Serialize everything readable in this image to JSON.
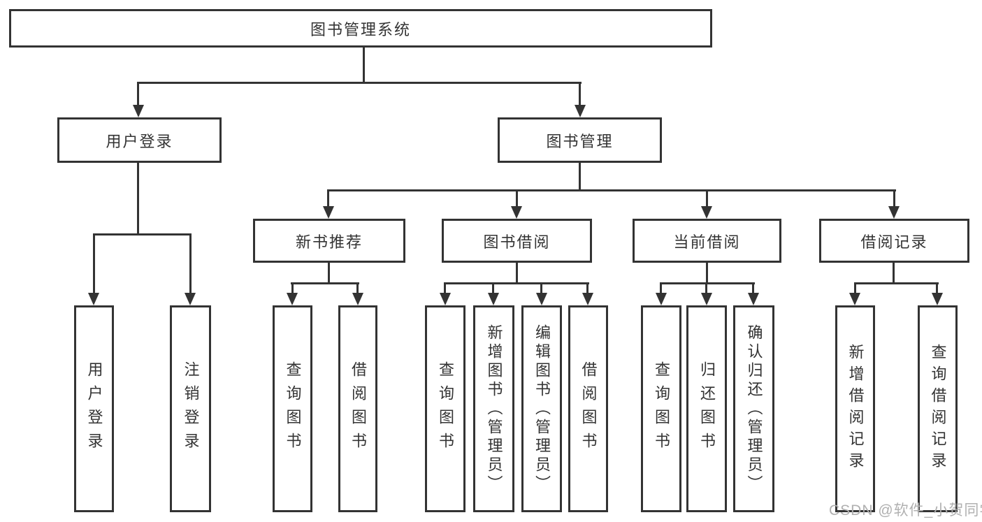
{
  "colors": {
    "background": "#ffffff",
    "line": "#333333",
    "box_border": "#333333",
    "text": "#333333",
    "watermark_text": "#b0b0b0"
  },
  "watermark": {
    "text": "CSDN @软件_小贺同学"
  },
  "tree": {
    "root": {
      "label": "图书管理系统",
      "children": [
        {
          "label": "用户登录",
          "children": [
            {
              "label": "用户登录"
            },
            {
              "label": "注销登录"
            }
          ]
        },
        {
          "label": "图书管理",
          "children": [
            {
              "label": "新书推荐",
              "children": [
                {
                  "label": "查询图书"
                },
                {
                  "label": "借阅图书"
                }
              ]
            },
            {
              "label": "图书借阅",
              "children": [
                {
                  "label": "查询图书"
                },
                {
                  "label": "新增图书（管理员）"
                },
                {
                  "label": "编辑图书（管理员）"
                },
                {
                  "label": "借阅图书"
                }
              ]
            },
            {
              "label": "当前借阅",
              "children": [
                {
                  "label": "查询图书"
                },
                {
                  "label": "归还图书"
                },
                {
                  "label": "确认归还（管理员）"
                }
              ]
            },
            {
              "label": "借阅记录",
              "children": [
                {
                  "label": "新增借阅记录"
                },
                {
                  "label": "查询借阅记录"
                }
              ]
            }
          ]
        }
      ]
    }
  }
}
